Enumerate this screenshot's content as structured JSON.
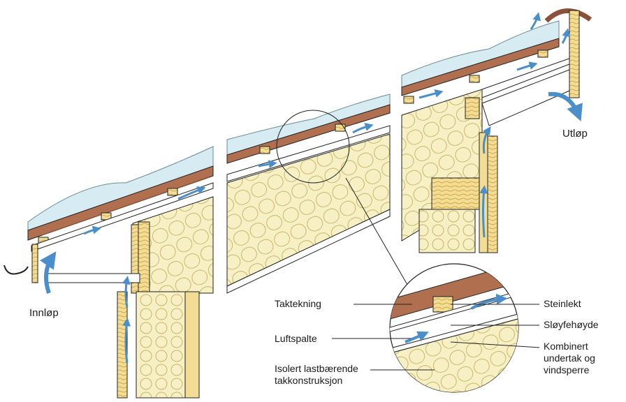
{
  "labels": {
    "innlop": "Innløp",
    "utlop": "Utløp",
    "taktekning": "Taktekning",
    "luftspalte": "Luftspalte",
    "isolert": "Isolert lastbærende\ntakkonstruksjon",
    "steinlekt": "Steinlekt",
    "sloyfehoyde": "Sløyfehøyde",
    "kombinert": "Kombinert\nundertak og\nvindsperre"
  },
  "colors": {
    "snow": "#d6ecf2",
    "tile": "#b0704f",
    "tile_dark": "#8a5238",
    "wood": "#f3dc94",
    "insulation": "#f6f0c4",
    "air_arrow": "#4a8fc9",
    "outline": "#222222"
  },
  "icons": [
    "gutter-icon",
    "air-flow-arrow-icon",
    "ridge-cap-icon",
    "magnifier-circle-icon"
  ]
}
